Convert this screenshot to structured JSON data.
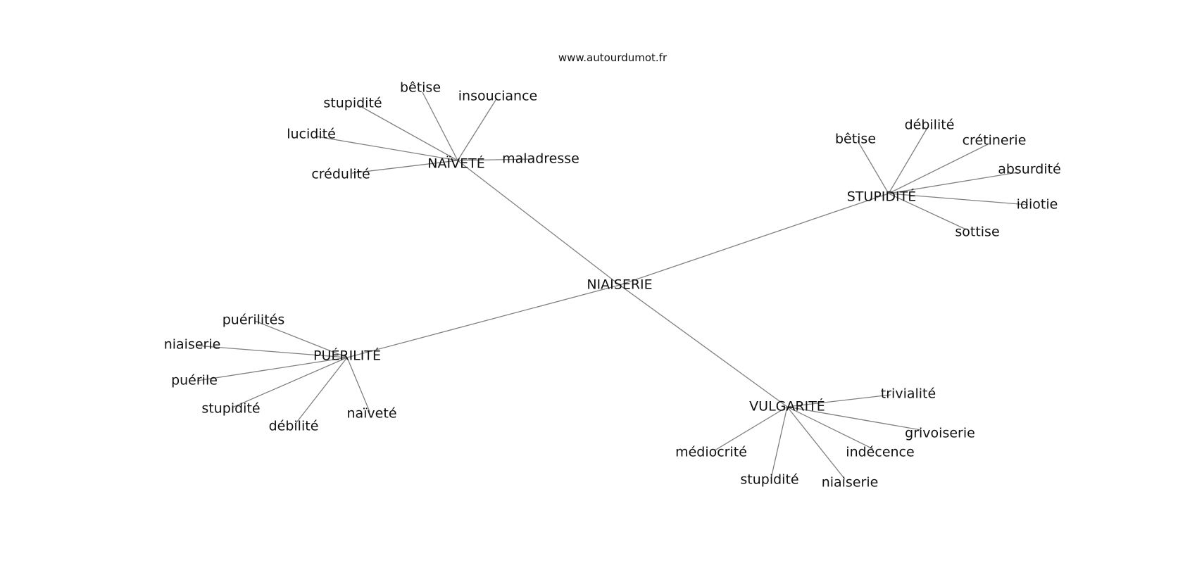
{
  "watermark": "www.autourdumot.fr",
  "center": "NIAISERIE",
  "clusters": [
    {
      "hub": "NAÏVETÉ",
      "leaves": [
        "bêtise",
        "insouciance",
        "stupidité",
        "lucidité",
        "maladresse",
        "crédulité"
      ]
    },
    {
      "hub": "STUPIDITÉ",
      "leaves": [
        "débilité",
        "bêtise",
        "crétinerie",
        "absurdité",
        "idiotie",
        "sottise"
      ]
    },
    {
      "hub": "PUÉRILITÉ",
      "leaves": [
        "puérilités",
        "niaiserie",
        "puérile",
        "stupidité",
        "débilité",
        "naïveté"
      ]
    },
    {
      "hub": "VULGARITÉ",
      "leaves": [
        "trivialité",
        "grivoiserie",
        "indécence",
        "médiocrité",
        "stupidité",
        "niaiserie"
      ]
    }
  ],
  "colors": {
    "edge": "#808080",
    "text": "#111111",
    "background": "#ffffff"
  }
}
